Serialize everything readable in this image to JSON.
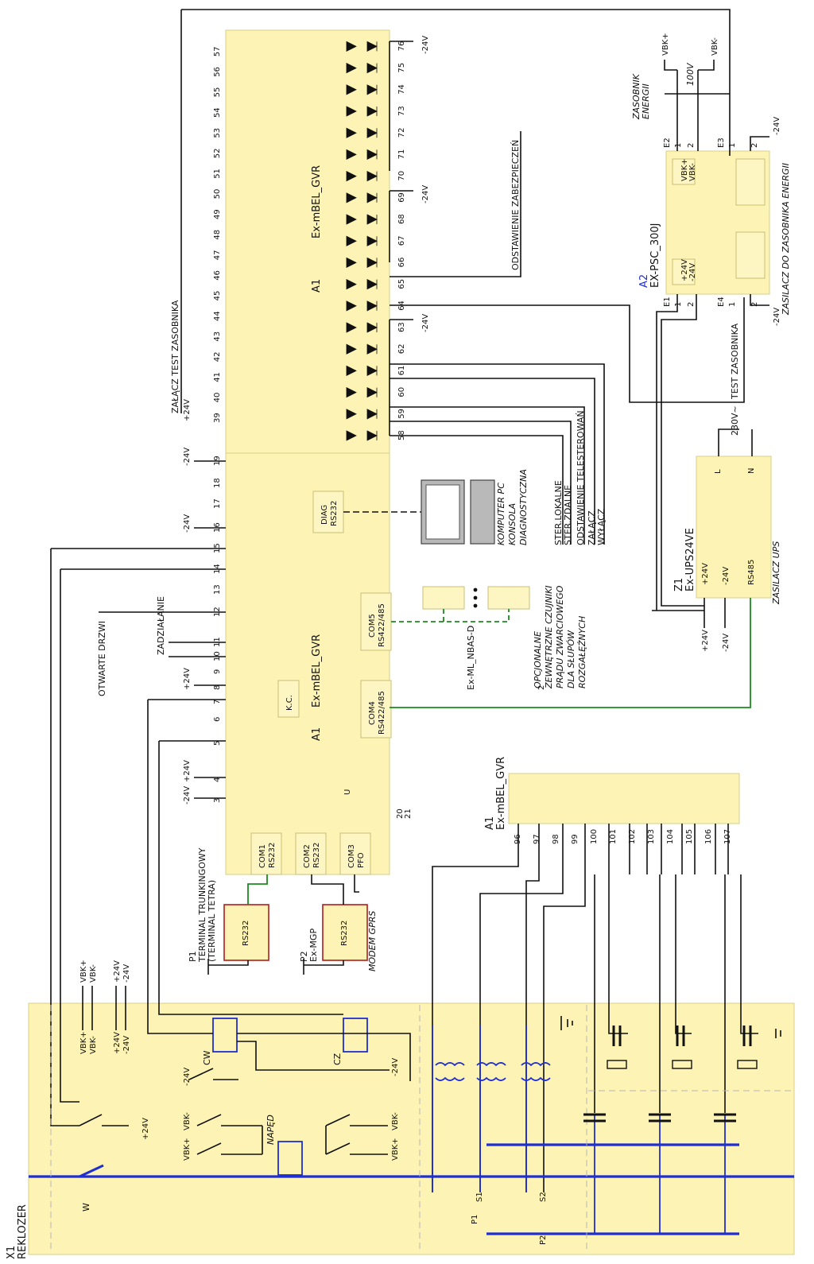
{
  "blocks": {
    "a1_main": {
      "ref": "A1",
      "name": "Ex-mBEL_GVR"
    },
    "a1_inputs": {
      "ref": "A1",
      "name": "Ex-mBEL_GVR"
    },
    "a1_analog": {
      "ref": "A1",
      "name": "Ex-mBEL_GVR"
    },
    "a2": {
      "ref": "A2",
      "name": "EX-PSC_300J",
      "caption": "ZASILACZ DO ZASOBNIKA ENERGII",
      "in_plus": "+24V",
      "in_minus": "-24V",
      "vbk_plus": "VBK+",
      "vbk_minus": "VBK-"
    },
    "z1": {
      "ref": "Z1",
      "name": "Ex-UPS24VE",
      "caption": "ZASILACZ UPS",
      "l": "L",
      "n": "N",
      "plus": "+24V",
      "minus": "-24V",
      "rs485": "RS485"
    },
    "x1": {
      "ref": "X1",
      "name": "REKLOZER",
      "w": "W",
      "cw": "CW",
      "cz": "CZ",
      "naped": "NAPĘD",
      "p1": "P1",
      "p2": "P2",
      "s1": "S1",
      "s2": "S2"
    },
    "p1": {
      "ref": "P1",
      "line1": "TERMINAL TRUNKINGOWY",
      "line2": "(TERMINAL TETRA)",
      "port": "RS232"
    },
    "p2": {
      "ref": "P2",
      "name": "Ex-MGP",
      "sub": "MODEM GPRS",
      "port": "RS232"
    }
  },
  "ports": {
    "com1": [
      "COM1",
      "RS232"
    ],
    "com2": [
      "COM2",
      "RS232"
    ],
    "com3": [
      "COM3",
      "PFO"
    ],
    "com4": [
      "COM4",
      "RS422/485"
    ],
    "com5": [
      "COM5",
      "RS422/485"
    ],
    "diag": [
      "DIAG",
      "RS232"
    ],
    "kc": "K.C.",
    "u": "U"
  },
  "labels": {
    "zalacz_test": "ZAŁĄCZ TEST ZASOBNIKA",
    "odstawienie_zab": "ODSTAWIENIE ZABEZPIECZEŃ",
    "otwarte_drzwi": "OTWARTE DRZWI",
    "zadzialanie": "ZADZIAŁANIE",
    "test_zasobnika": "TEST ZASOBNIKA",
    "v230": "230V~",
    "zasobnik1": "ZASOBNIK",
    "zasobnik2": "ENERGII",
    "cap": "100V",
    "nbas": "Ex-ML_NBAS-D",
    "opc": [
      "OPCJONALNE",
      "ZEWNĘTRZNE CZUJNIKI",
      "PRĄDU ZWARCIOWEGO",
      "DLA SŁUPÓW",
      "ROZGAŁĘŹNYCH"
    ],
    "pc": [
      "KOMPUTER PC",
      "KONSOLA",
      "DIAGNOSTYCZNA"
    ],
    "ster": [
      "STER.LOKALNE",
      "STER.ZDALNE",
      "ODSTAWIENIE TELESTEROWAŃ",
      "ZAŁĄCZ",
      "WYŁĄCZ"
    ],
    "bus2": "2",
    "e1": "E1",
    "e2": "E2",
    "e3": "E3",
    "e4": "E4",
    "pin1": "1",
    "pin2": "2"
  },
  "supply": {
    "p24": "+24V",
    "m24": "-24V",
    "vbkp": "VBK+",
    "vbkm": "VBK-"
  },
  "terminals": {
    "inputs": [
      "3",
      "4",
      "5",
      "6",
      "7",
      "8",
      "9",
      "10",
      "11",
      "12",
      "13",
      "14",
      "15",
      "16",
      "17",
      "18",
      "19",
      "20",
      "21"
    ],
    "relays": [
      "39",
      "40",
      "41",
      "42",
      "43",
      "44",
      "45",
      "46",
      "47",
      "48",
      "49",
      "50",
      "51",
      "52",
      "53",
      "54",
      "55",
      "56",
      "57"
    ],
    "outputs": [
      "58",
      "59",
      "60",
      "61",
      "62",
      "63",
      "64",
      "65",
      "66",
      "67",
      "68",
      "69",
      "70",
      "71",
      "72",
      "73",
      "74",
      "75",
      "76"
    ],
    "analog": [
      "96",
      "97",
      "98",
      "99",
      "100",
      "101",
      "102",
      "103",
      "104",
      "105",
      "106",
      "107"
    ]
  }
}
